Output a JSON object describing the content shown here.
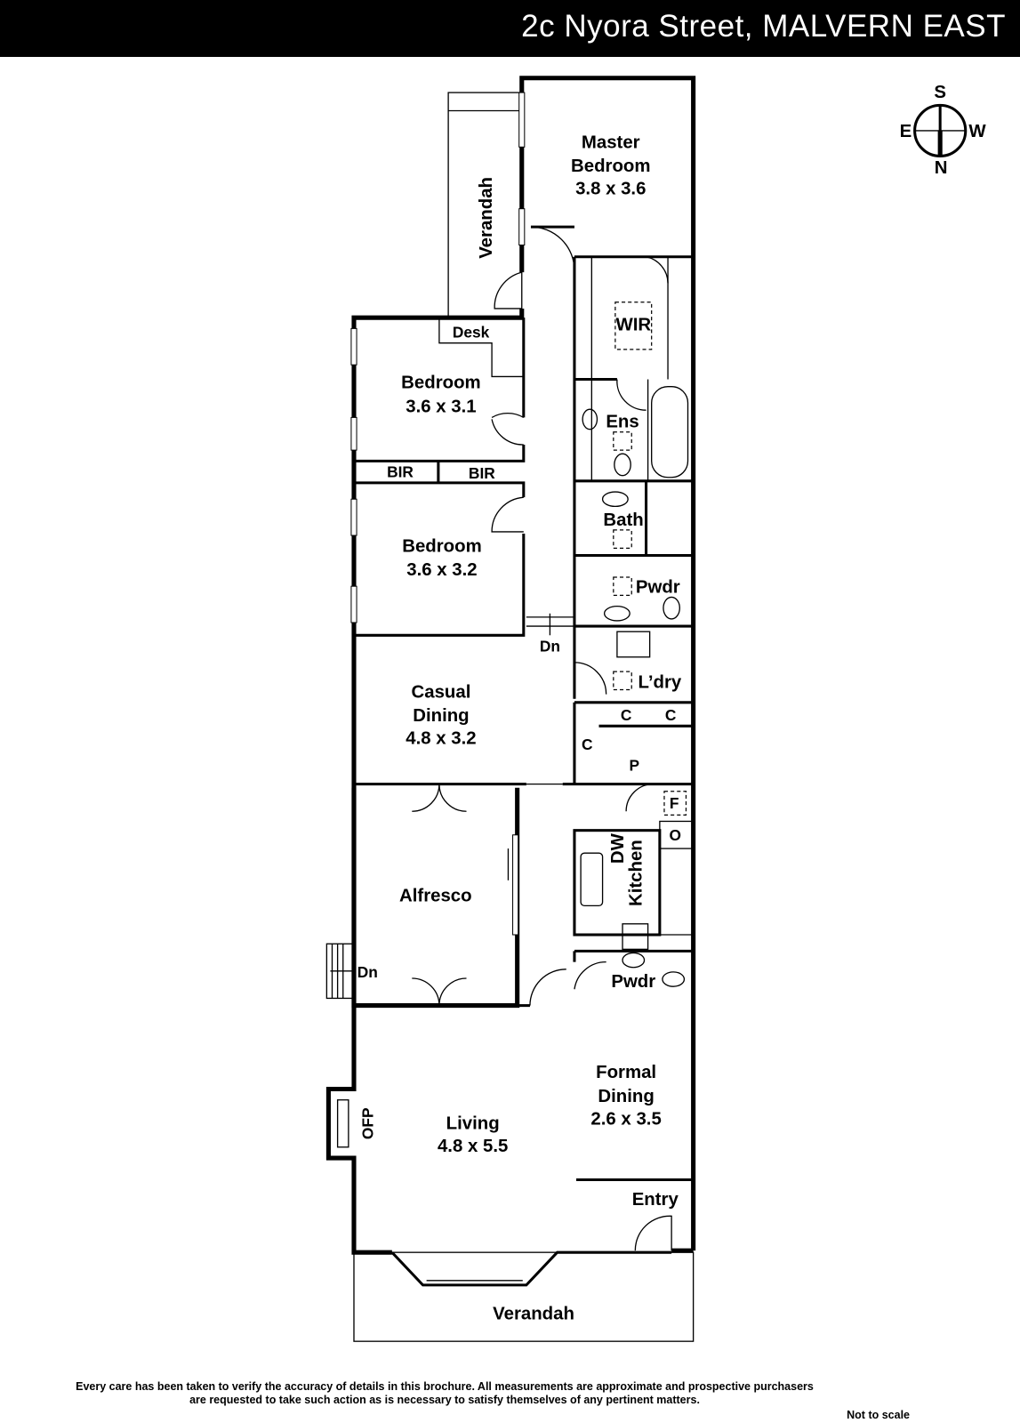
{
  "header": {
    "title": "2c Nyora Street, MALVERN EAST"
  },
  "compass": {
    "s": "S",
    "e": "E",
    "w": "W",
    "n": "N"
  },
  "rooms": {
    "master": {
      "name1": "Master",
      "name2": "Bedroom",
      "dims": "3.8 x 3.6"
    },
    "verandah_side": {
      "name": "Verandah"
    },
    "wir": {
      "name": "WIR"
    },
    "desk": {
      "name": "Desk"
    },
    "bedroom1": {
      "name": "Bedroom",
      "dims": "3.6 x 3.1"
    },
    "ens": {
      "name": "Ens"
    },
    "bir1": {
      "name": "BIR"
    },
    "bir2": {
      "name": "BIR"
    },
    "bath": {
      "name": "Bath"
    },
    "bedroom2": {
      "name": "Bedroom",
      "dims": "3.6 x 3.2"
    },
    "pwdr1": {
      "name": "Pwdr"
    },
    "dn1": {
      "name": "Dn"
    },
    "casual": {
      "name1": "Casual",
      "name2": "Dining",
      "dims": "4.8 x 3.2"
    },
    "ldry": {
      "name": "L’dry"
    },
    "c1": {
      "name": "C"
    },
    "c2": {
      "name": "C"
    },
    "c3": {
      "name": "C"
    },
    "pantry": {
      "name": "P"
    },
    "fridge": {
      "name": "F"
    },
    "oven": {
      "name": "O"
    },
    "dw": {
      "name": "DW"
    },
    "kitchen": {
      "name": "Kitchen"
    },
    "alfresco": {
      "name": "Alfresco"
    },
    "dn2": {
      "name": "Dn"
    },
    "pwdr2": {
      "name": "Pwdr"
    },
    "formal": {
      "name1": "Formal",
      "name2": "Dining",
      "dims": "2.6 x 3.5"
    },
    "living": {
      "name": "Living",
      "dims": "4.8 x 5.5"
    },
    "ofp": {
      "name": "OFP"
    },
    "entry": {
      "name": "Entry"
    },
    "verandah_front": {
      "name": "Verandah"
    }
  },
  "footer": {
    "line1": "Every care has been taken to verify the accuracy of details in this brochure.  All measurements are approximate and prospective purchasers",
    "line2": "are requested to take such action as is necessary to satisfy themselves of any pertinent matters.",
    "scale": "Not to scale"
  }
}
